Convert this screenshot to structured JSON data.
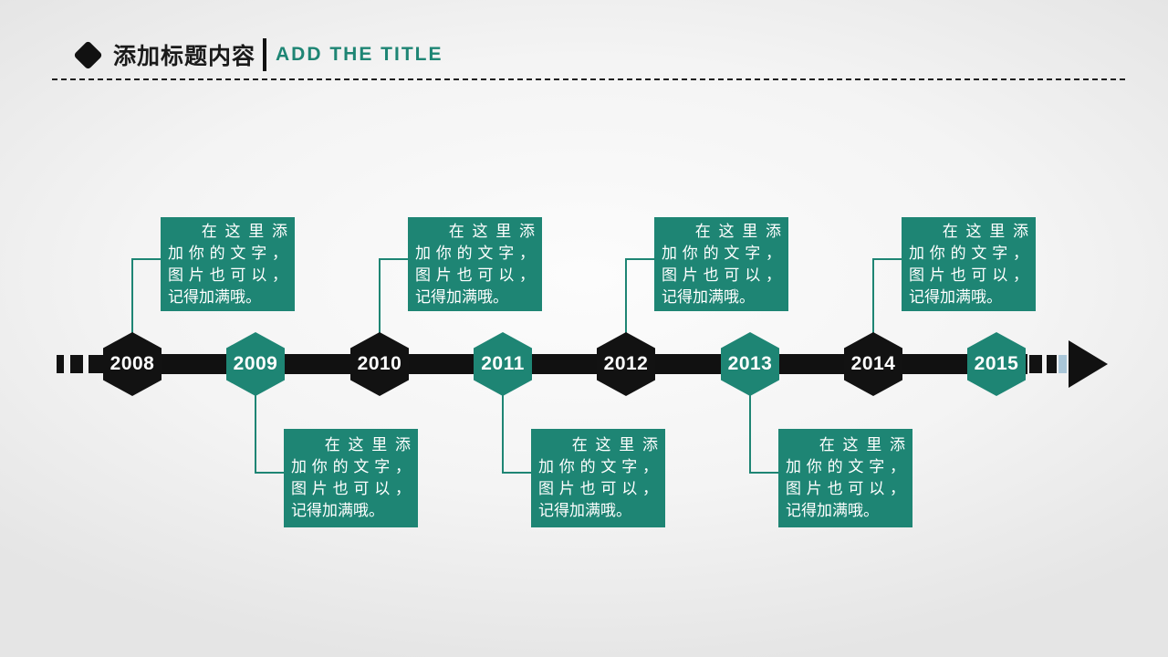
{
  "header": {
    "title_zh": "添加标题内容",
    "title_en": "ADD THE TITLE",
    "bullet_icon": "diamond-icon"
  },
  "colors": {
    "accent_teal": "#1e8574",
    "node_black": "#121212",
    "end_dash_accent": "#a9c6d8",
    "callout_text": "#ffffff"
  },
  "icons": {
    "header_bullet": "diamond-icon",
    "timeline_end": "arrow-right-icon"
  },
  "timeline": {
    "nodes": [
      {
        "year": "2008",
        "color": "black",
        "callout": "top"
      },
      {
        "year": "2009",
        "color": "teal",
        "callout": "bottom"
      },
      {
        "year": "2010",
        "color": "black",
        "callout": "top"
      },
      {
        "year": "2011",
        "color": "teal",
        "callout": "bottom"
      },
      {
        "year": "2012",
        "color": "black",
        "callout": "top"
      },
      {
        "year": "2013",
        "color": "teal",
        "callout": "bottom"
      },
      {
        "year": "2014",
        "color": "black",
        "callout": "top"
      },
      {
        "year": "2015",
        "color": "teal",
        "callout": "none"
      }
    ],
    "callout_lines": [
      "在这里添",
      "加你的文字，",
      "图片也可以，",
      "记得加满哦。"
    ]
  }
}
